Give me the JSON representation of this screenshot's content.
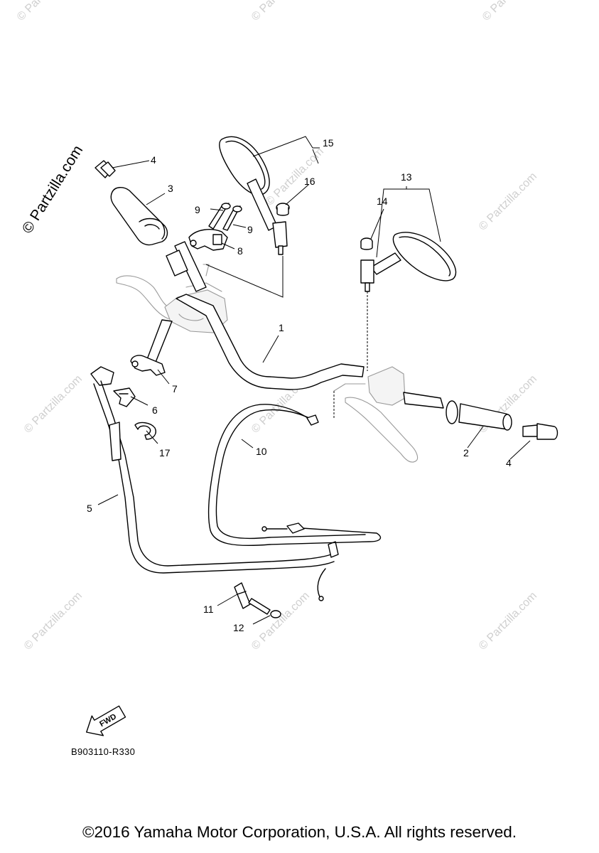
{
  "watermark": {
    "site_text": "© Partzilla.com",
    "corner_text": "© Partzilla.com"
  },
  "callouts": [
    {
      "number": "1"
    },
    {
      "number": "2"
    },
    {
      "number": "3"
    },
    {
      "number": "4"
    },
    {
      "number": "4"
    },
    {
      "number": "5"
    },
    {
      "number": "6"
    },
    {
      "number": "7"
    },
    {
      "number": "8"
    },
    {
      "number": "9"
    },
    {
      "number": "9"
    },
    {
      "number": "10"
    },
    {
      "number": "11"
    },
    {
      "number": "12"
    },
    {
      "number": "13"
    },
    {
      "number": "14"
    },
    {
      "number": "15"
    },
    {
      "number": "16"
    },
    {
      "number": "17"
    }
  ],
  "fwd_label": "FWD",
  "diagram_ref": "B903110-R330",
  "copyright": "©2016 Yamaha Motor Corporation, U.S.A. All rights reserved."
}
